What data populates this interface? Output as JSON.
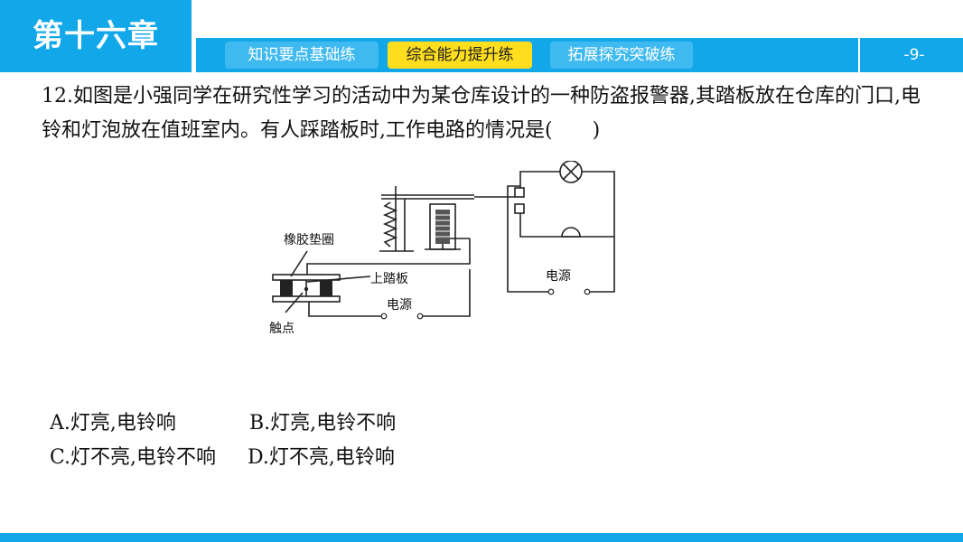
{
  "header": {
    "chapter_title": "第十六章",
    "tabs": [
      {
        "label": "知识要点基础练"
      },
      {
        "label": "综合能力提升练"
      },
      {
        "label": "拓展探究突破练"
      }
    ],
    "page_number": "-9-"
  },
  "question": {
    "text": "12.如图是小强同学在研究性学习的活动中为某仓库设计的一种防盗报警器,其踏板放在仓库的门口,电铃和灯泡放在值班室内。有人踩踏板时,工作电路的情况是(　　)"
  },
  "diagram": {
    "labels": {
      "rubber_ring": "橡胶垫圈",
      "upper_pedal": "上踏板",
      "power_left": "电源",
      "contact": "触点",
      "power_right": "电源"
    }
  },
  "options": [
    {
      "text": "A.灯亮,电铃响"
    },
    {
      "text": "B.灯亮,电铃不响"
    },
    {
      "text": "C.灯不亮,电铃不响"
    },
    {
      "text": "D.灯不亮,电铃响"
    }
  ],
  "colors": {
    "accent": "#11a7e9",
    "tab_inactive": "#3fbaf0",
    "tab_active": "#ffde1e"
  }
}
